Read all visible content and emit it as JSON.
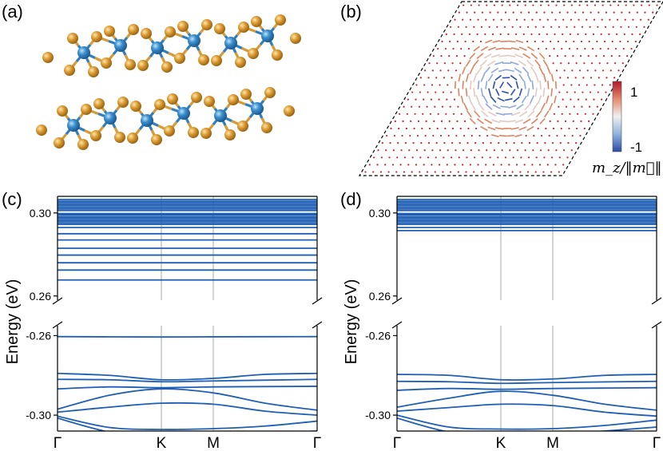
{
  "panel_labels": [
    "(a)",
    "(b)",
    "(c)",
    "(d)"
  ],
  "colorbar": {
    "max_label": "1",
    "min_label": "-1",
    "label": "m_z/‖m⃗‖"
  },
  "colors": {
    "band": "#1f5fb3",
    "atom_metal": "#3a8fce",
    "atom_chalcogen": "#e0a038",
    "spin_pos": "#c2272d",
    "spin_neg": "#2f4fb5"
  },
  "chart_data": [
    {
      "type": "line",
      "panel": "(c)",
      "ylabel": "Energy (eV)",
      "xticks": [
        "Γ",
        "K",
        "M",
        "Γ"
      ],
      "x": [
        0,
        1,
        1.5,
        2.5
      ],
      "upper_ylim": [
        0.258,
        0.308
      ],
      "lower_ylim": [
        -0.308,
        -0.255
      ],
      "upper_yticks": [
        {
          "v": 0.3,
          "label": "0.30"
        },
        {
          "v": 0.26,
          "label": "0.26"
        }
      ],
      "lower_yticks": [
        {
          "v": -0.26,
          "label": "-0.26"
        },
        {
          "v": -0.3,
          "label": "-0.30"
        }
      ],
      "upper_bands": [
        0.3065,
        0.3057,
        0.305,
        0.3042,
        0.3035,
        0.3027,
        0.302,
        0.3012,
        0.2997,
        0.299,
        0.2982,
        0.2975,
        0.2967,
        0.296,
        0.2952,
        0.2945,
        0.293,
        0.29,
        0.287,
        0.283,
        0.2797,
        0.276,
        0.2725,
        0.2677
      ],
      "lower_bands": [
        {
          "pts": [
            [
              0,
              -0.2605
            ],
            [
              1,
              -0.2607
            ],
            [
              1.5,
              -0.2606
            ],
            [
              2.5,
              -0.2605
            ]
          ]
        },
        {
          "pts": [
            [
              0,
              -0.279
            ],
            [
              0.5,
              -0.28
            ],
            [
              1,
              -0.2822
            ],
            [
              1.5,
              -0.2815
            ],
            [
              2,
              -0.2795
            ],
            [
              2.5,
              -0.279
            ]
          ]
        },
        {
          "pts": [
            [
              0,
              -0.282
            ],
            [
              0.5,
              -0.2822
            ],
            [
              1,
              -0.2832
            ],
            [
              1.5,
              -0.2828
            ],
            [
              2.5,
              -0.282
            ]
          ]
        },
        {
          "pts": [
            [
              0,
              -0.2868
            ],
            [
              0.5,
              -0.2858
            ],
            [
              1,
              -0.2862
            ],
            [
              1.5,
              -0.2858
            ],
            [
              2.5,
              -0.2855
            ]
          ]
        },
        {
          "pts": [
            [
              0,
              -0.297
            ],
            [
              0.5,
              -0.29
            ],
            [
              1,
              -0.2868
            ],
            [
              1.5,
              -0.2888
            ],
            [
              2,
              -0.294
            ],
            [
              2.5,
              -0.2975
            ]
          ]
        },
        {
          "pts": [
            [
              0,
              -0.2985
            ],
            [
              0.5,
              -0.296
            ],
            [
              1,
              -0.294
            ],
            [
              1.5,
              -0.2945
            ],
            [
              2,
              -0.298
            ],
            [
              2.5,
              -0.3
            ]
          ]
        },
        {
          "pts": [
            [
              0,
              -0.3005
            ],
            [
              0.5,
              -0.3062
            ],
            [
              1,
              -0.3072
            ],
            [
              1.5,
              -0.3068
            ],
            [
              2,
              -0.3055
            ],
            [
              2.5,
              -0.303
            ]
          ]
        },
        {
          "pts": [
            [
              0,
              -0.3015
            ],
            [
              0.5,
              -0.3085
            ],
            [
              1,
              -0.311
            ],
            [
              1.5,
              -0.31
            ],
            [
              2.5,
              -0.308
            ]
          ]
        }
      ]
    },
    {
      "type": "line",
      "panel": "(d)",
      "ylabel": "Energy (eV)",
      "xticks": [
        "Γ",
        "K",
        "M",
        "Γ"
      ],
      "x": [
        0,
        1,
        1.5,
        2.5
      ],
      "upper_ylim": [
        0.258,
        0.308
      ],
      "lower_ylim": [
        -0.308,
        -0.255
      ],
      "upper_yticks": [
        {
          "v": 0.3,
          "label": "0.30"
        },
        {
          "v": 0.26,
          "label": "0.26"
        }
      ],
      "lower_yticks": [
        {
          "v": -0.26,
          "label": "-0.26"
        },
        {
          "v": -0.3,
          "label": "-0.30"
        }
      ],
      "upper_bands": [
        0.3065,
        0.3057,
        0.305,
        0.3042,
        0.3035,
        0.3027,
        0.302,
        0.3012,
        0.2997,
        0.299,
        0.2982,
        0.2975,
        0.2967,
        0.296,
        0.2952,
        0.2945,
        0.293,
        0.2915
      ],
      "lower_bands": [
        {
          "pts": [
            [
              0,
              -0.2795
            ],
            [
              0.5,
              -0.28
            ],
            [
              1,
              -0.2822
            ],
            [
              1.5,
              -0.2818
            ],
            [
              2,
              -0.28
            ],
            [
              2.5,
              -0.2795
            ]
          ]
        },
        {
          "pts": [
            [
              0,
              -0.283
            ],
            [
              0.5,
              -0.2832
            ],
            [
              1,
              -0.284
            ],
            [
              1.5,
              -0.2836
            ],
            [
              2.5,
              -0.283
            ]
          ]
        },
        {
          "pts": [
            [
              0,
              -0.2875
            ],
            [
              0.5,
              -0.2866
            ],
            [
              1,
              -0.287
            ],
            [
              1.5,
              -0.2866
            ],
            [
              2.5,
              -0.2862
            ]
          ]
        },
        {
          "pts": [
            [
              0,
              -0.296
            ],
            [
              0.5,
              -0.2915
            ],
            [
              1,
              -0.288
            ],
            [
              1.5,
              -0.29
            ],
            [
              2,
              -0.2945
            ],
            [
              2.5,
              -0.2975
            ]
          ]
        },
        {
          "pts": [
            [
              0,
              -0.298
            ],
            [
              0.5,
              -0.2962
            ],
            [
              1,
              -0.2945
            ],
            [
              1.5,
              -0.2952
            ],
            [
              2,
              -0.2985
            ],
            [
              2.5,
              -0.3005
            ]
          ]
        },
        {
          "pts": [
            [
              0,
              -0.3
            ],
            [
              0.5,
              -0.306
            ],
            [
              1,
              -0.307
            ],
            [
              1.5,
              -0.3068
            ],
            [
              2,
              -0.3052
            ],
            [
              2.5,
              -0.3025
            ]
          ]
        },
        {
          "pts": [
            [
              0,
              -0.3015
            ],
            [
              0.5,
              -0.3085
            ],
            [
              1,
              -0.3105
            ],
            [
              1.5,
              -0.3098
            ],
            [
              2,
              -0.308
            ],
            [
              2.5,
              -0.306
            ]
          ]
        }
      ]
    }
  ]
}
